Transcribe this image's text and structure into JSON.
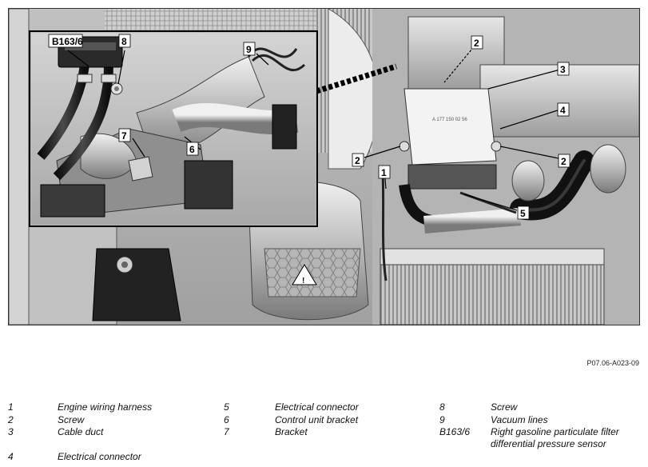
{
  "figure": {
    "code": "P07.06-A023-09",
    "inset_label": "B163/6",
    "callouts": {
      "c1": "1",
      "c2a": "2",
      "c2b": "2",
      "c2c": "2",
      "c3": "3",
      "c4": "4",
      "c5": "5",
      "c6": "6",
      "c7": "7",
      "c8": "8",
      "c9": "9"
    }
  },
  "legend": [
    {
      "num": "1",
      "text": "Engine wiring harness"
    },
    {
      "num": "2",
      "text": "Screw"
    },
    {
      "num": "3",
      "text": "Cable duct"
    },
    {
      "num": "4",
      "text": "Electrical connector"
    },
    {
      "num": "5",
      "text": "Electrical connector"
    },
    {
      "num": "6",
      "text": "Control unit bracket"
    },
    {
      "num": "7",
      "text": "Bracket"
    },
    {
      "num": "8",
      "text": "Screw"
    },
    {
      "num": "9",
      "text": "Vacuum lines"
    },
    {
      "num": "B163/6",
      "text": "Right gasoline particulate filter differential pressure sensor"
    }
  ],
  "colors": {
    "metal_light": "#d9d9d9",
    "metal_mid": "#a6a6a6",
    "metal_dark": "#595959",
    "hose": "#1e1e1e"
  }
}
